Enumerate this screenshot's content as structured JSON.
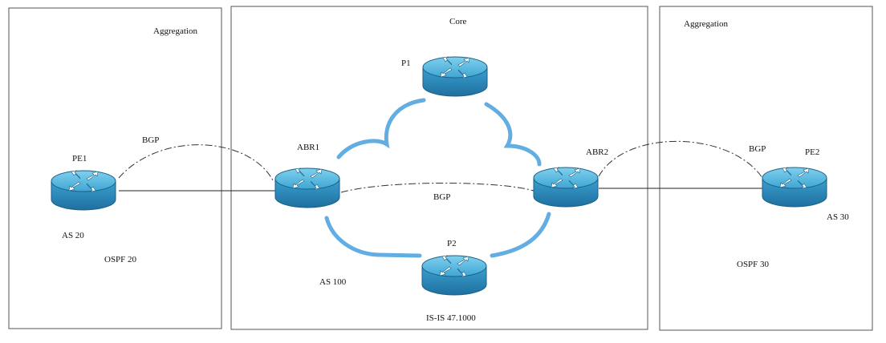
{
  "zones": [
    {
      "id": "agg-left",
      "title": "Aggregation",
      "lines": [
        "AS 20",
        "OSPF 20"
      ]
    },
    {
      "id": "core",
      "title": "Core",
      "lines": [
        "AS 100",
        "IS-IS 47.1000"
      ]
    },
    {
      "id": "agg-right",
      "title": "Aggregation",
      "lines": [
        "AS 30",
        "OSPF 30"
      ]
    }
  ],
  "routers": [
    {
      "id": "pe1",
      "label": "PE1"
    },
    {
      "id": "abr1",
      "label": "ABR1"
    },
    {
      "id": "p1",
      "label": "P1"
    },
    {
      "id": "p2",
      "label": "P2"
    },
    {
      "id": "abr2",
      "label": "ABR2"
    },
    {
      "id": "pe2",
      "label": "PE2"
    }
  ],
  "sessions": [
    {
      "id": "bgp-left",
      "label": "BGP"
    },
    {
      "id": "bgp-core",
      "label": "BGP"
    },
    {
      "id": "bgp-right",
      "label": "BGP"
    }
  ],
  "colors": {
    "router_top": "#4fb8dc",
    "router_body": "#2a8fc0",
    "router_edge": "#1c5f86",
    "link_blue": "#5aa9e0",
    "line": "#222222",
    "box": "#555555"
  }
}
